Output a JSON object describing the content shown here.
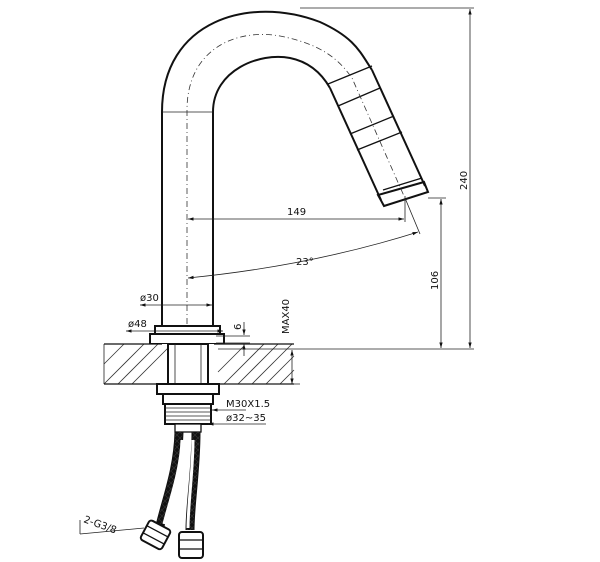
{
  "dimensions": {
    "height_total": "240",
    "height_outlet": "106",
    "reach": "149",
    "angle": "23°",
    "body_diameter": "ø30",
    "base_diameter": "ø48",
    "base_height": "6",
    "max_deck": "MAX40",
    "thread": "M30X1.5",
    "hole_diameter": "ø32~35",
    "hose_thread": "2-G3/8"
  }
}
